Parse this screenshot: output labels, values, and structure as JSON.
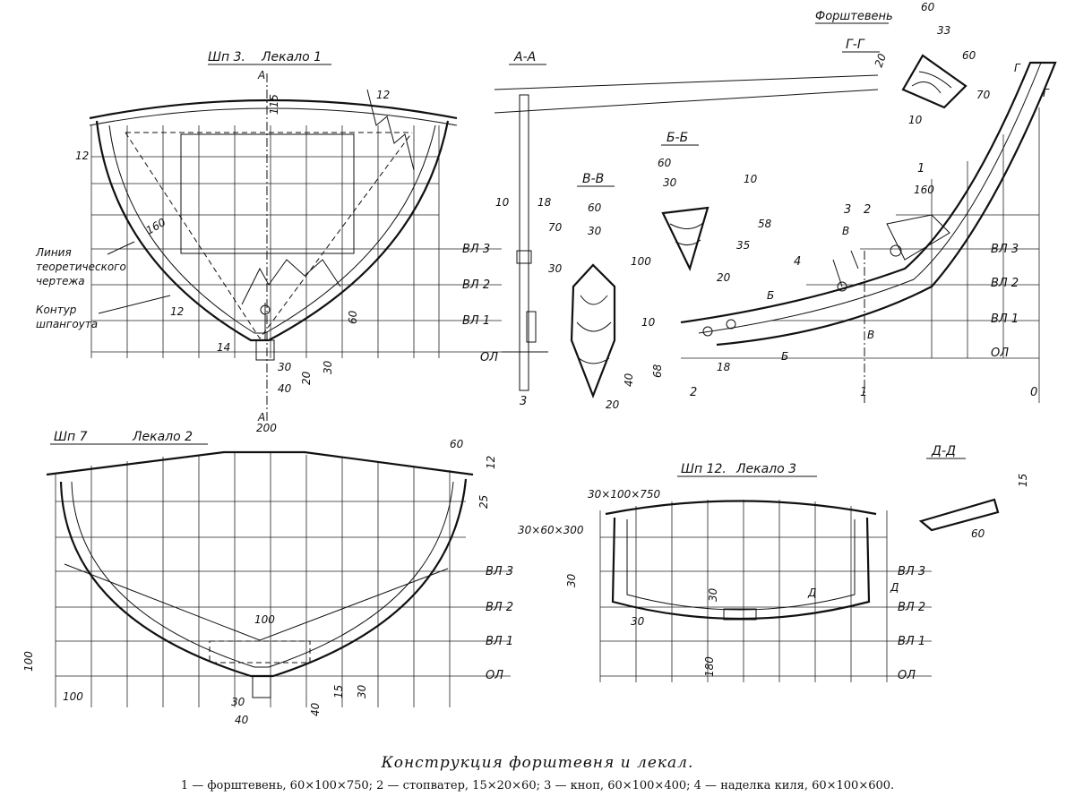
{
  "views": {
    "frame3": {
      "title": "Шп 3.",
      "template": "Лекало 1"
    },
    "frame7": {
      "title": "Шп 7",
      "template": "Лекало 2"
    },
    "frame12": {
      "title": "Шп 12.",
      "template": "Лекало 3"
    },
    "section_aa": "А-А",
    "section_bb": "Б-Б",
    "section_vv": "В-В",
    "section_gg": "Г-Г",
    "section_dd": "Д-Д",
    "stem_label": "Форштевень"
  },
  "waterlines": [
    "ВЛ 3",
    "ВЛ 2",
    "ВЛ 1",
    "ОЛ"
  ],
  "stations": [
    "3",
    "2",
    "1",
    "0"
  ],
  "callouts": {
    "theoretical_line": [
      "Линия",
      "теоретического",
      "чертежа"
    ],
    "frame_contour": [
      "Контур",
      "шпангоута"
    ],
    "plank_30x100x750": "30×100×750",
    "plank_30x60x300": "30×60×300"
  },
  "markers": {
    "a": "А",
    "b": "Б",
    "v": "В",
    "g": "Г",
    "d": "Д"
  },
  "part_numbers": [
    "1",
    "2",
    "3",
    "4"
  ],
  "dims_frame3": [
    "115",
    "12",
    "12",
    "160",
    "12",
    "14",
    "30",
    "40",
    "20",
    "30",
    "60"
  ],
  "dims_frame7": [
    "200",
    "60",
    "12",
    "25",
    "100",
    "100",
    "100",
    "30",
    "40",
    "40",
    "15",
    "30"
  ],
  "dims_frame12": [
    "30",
    "30",
    "30",
    "180"
  ],
  "dims_sections": [
    "10",
    "18",
    "70",
    "30",
    "60",
    "30",
    "10",
    "20",
    "40",
    "68",
    "60",
    "30",
    "10",
    "58",
    "35",
    "100",
    "20",
    "10",
    "60",
    "33",
    "60",
    "20",
    "70",
    "160",
    "18",
    "15",
    "60"
  ],
  "caption": {
    "title": "Конструкция форштевня и лекал.",
    "legend": "1 — форштевень, 60×100×750; 2 — стопватер, 15×20×60; 3 — кноп, 60×100×400; 4 — наделка киля, 60×100×600."
  }
}
